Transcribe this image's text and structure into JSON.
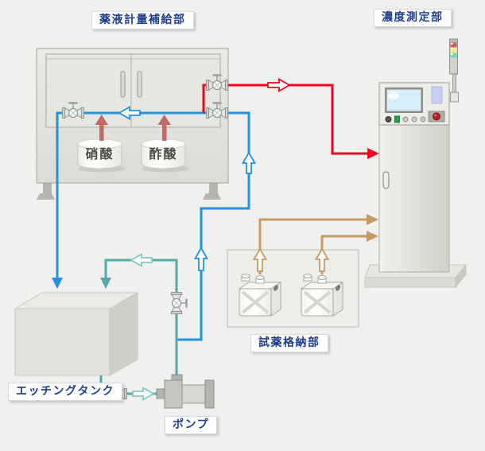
{
  "labels": {
    "metering_section": "薬液計量補給部",
    "measurement_section": "濃度測定部",
    "etching_tank": "エッチングタンク",
    "pump": "ポンプ",
    "reagent_storage": "試薬格納部",
    "container_nitric": "硝酸",
    "container_acetic": "酢酸"
  },
  "colors": {
    "background": "#f0f0ef",
    "label_text": "#1d3e8c",
    "line_blue": "#2191e0",
    "line_red": "#f1051d",
    "line_teal": "#55a8a6",
    "line_teal_light": "#85c6c2",
    "line_tan": "#c69a63",
    "arrow_muted_red": "#c16a66",
    "screen_blue": "#d8edfa",
    "tower_red": "#cc5963",
    "tower_yellow": "#f2e792",
    "tower_green": "#7fd2ae"
  }
}
